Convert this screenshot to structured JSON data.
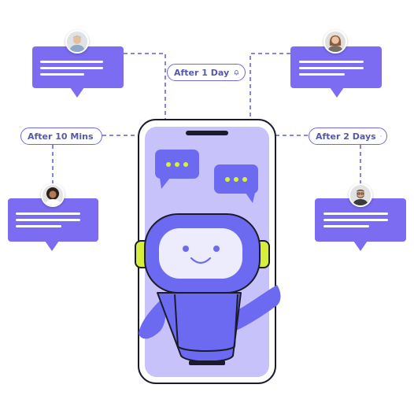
{
  "timeline": {
    "after_1_day": "After 1 Day",
    "after_10_mins": "After 10 Mins",
    "after_2_days": "After 2 Days"
  },
  "icons": {
    "bell": "bell-icon",
    "typing": "typing-dots-icon"
  },
  "colors": {
    "accent": "#6b6af0",
    "bubble": "#7b6cf2",
    "screen": "#c7c2f9",
    "robot_face": "#ececfd",
    "robot_ears": "#d7ee3a",
    "dashed_line": "#5e5ed6"
  }
}
